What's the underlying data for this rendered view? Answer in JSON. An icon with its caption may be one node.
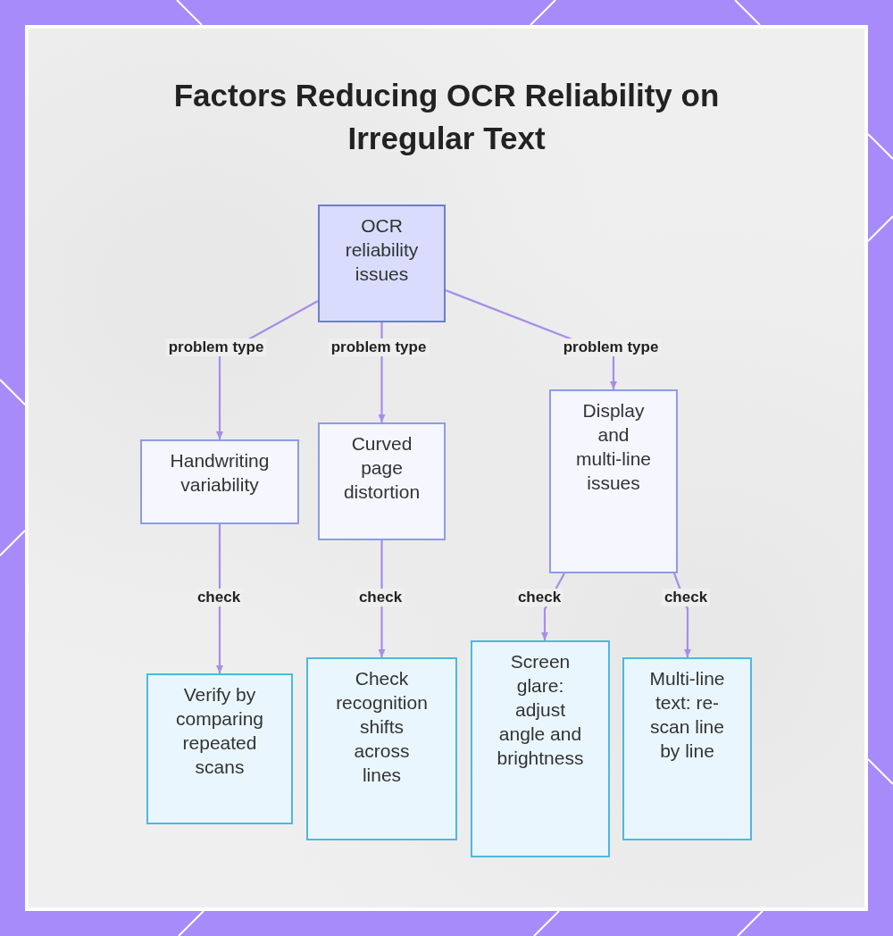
{
  "diagram": {
    "title": "Factors Reducing OCR Reliability on Irregular Text",
    "nodes": [
      {
        "text": [
          "OCR reliability issues"
        ]
      },
      {
        "text": [
          "Handwriting variability"
        ]
      },
      {
        "text": [
          "Curved page distortion"
        ]
      },
      {
        "text": [
          "Display and multi-line issues"
        ]
      },
      {
        "text": [
          "Verify by comparing repeated scans"
        ]
      },
      {
        "text": [
          "Check recognition shifts across lines"
        ]
      },
      {
        "text": [
          "Screen glare: adjust angle and brightness"
        ]
      },
      {
        "text": [
          "Multi-line text: re-scan line by line"
        ]
      }
    ],
    "edges": [
      {
        "from": 0,
        "to": 1,
        "arrow": "to",
        "label": "problem type"
      },
      {
        "from": 0,
        "to": 2,
        "arrow": "to",
        "label": "problem type"
      },
      {
        "from": 0,
        "to": 3,
        "arrow": "to",
        "label": "problem type"
      },
      {
        "from": 1,
        "to": 4,
        "arrow": "to",
        "label": "check"
      },
      {
        "from": 2,
        "to": 5,
        "arrow": "to",
        "label": "check"
      },
      {
        "from": 3,
        "to": 6,
        "arrow": "to",
        "label": "check"
      },
      {
        "from": 3,
        "to": 7,
        "arrow": "to",
        "label": "check"
      }
    ]
  }
}
